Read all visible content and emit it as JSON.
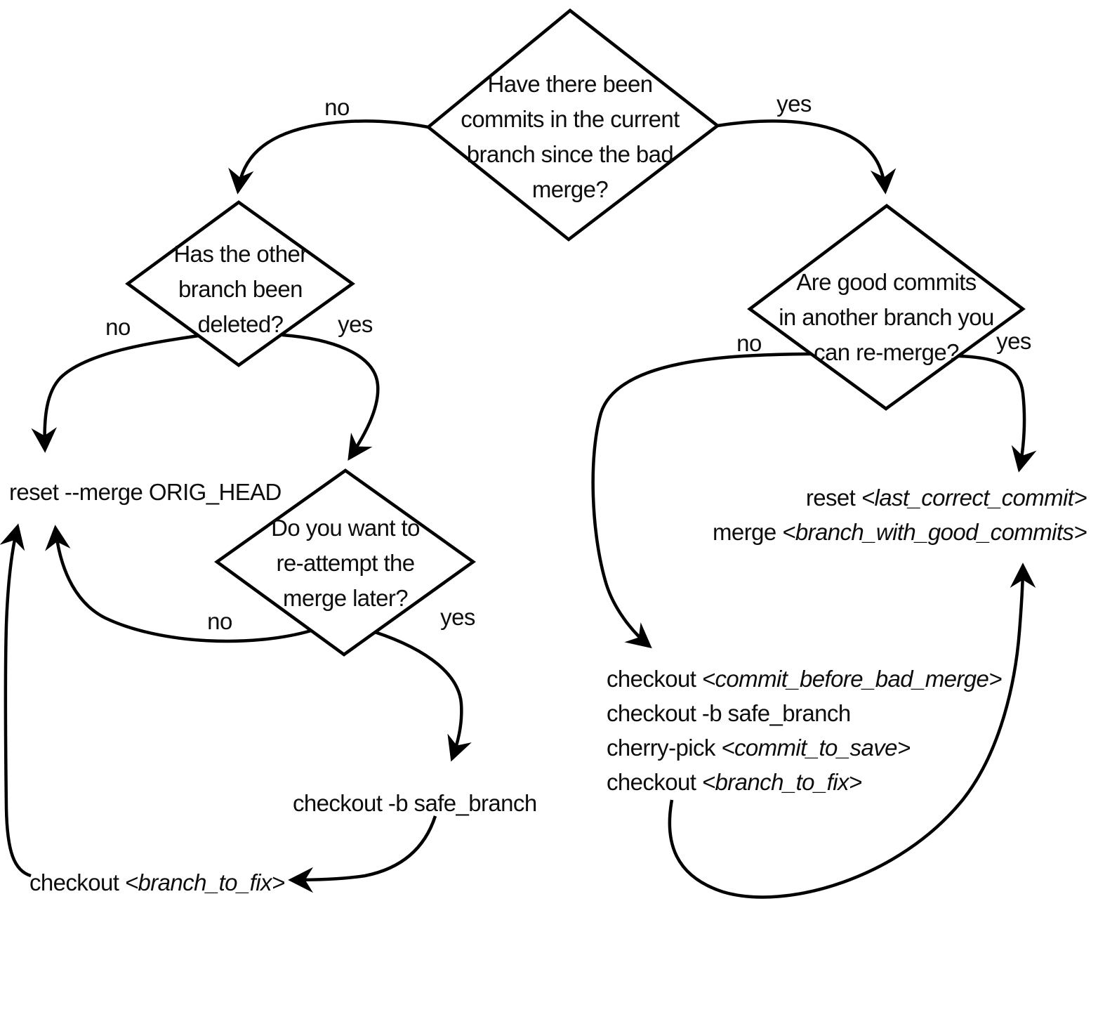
{
  "diagram": {
    "title_implicit": "git bad-merge recovery flowchart",
    "colors": {
      "background": "#ffffff",
      "stroke": "#000000",
      "text": "#0d0d0d"
    },
    "decisions": {
      "q_commits": {
        "lines": [
          "Have there been",
          "commits in the current",
          "branch since the bad",
          "merge?"
        ]
      },
      "q_deleted": {
        "lines": [
          "Has the other",
          "branch been",
          "deleted?"
        ]
      },
      "q_good": {
        "lines": [
          "Are good commits",
          "in another branch you",
          "can re-merge?"
        ]
      },
      "q_reattempt": {
        "lines": [
          "Do you want to",
          "re-attempt the",
          "merge later?"
        ]
      }
    },
    "edge_labels": {
      "top_no": "no",
      "top_yes": "yes",
      "deleted_no": "no",
      "deleted_yes": "yes",
      "good_no": "no",
      "good_yes": "yes",
      "reattempt_no": "no",
      "reattempt_yes": "yes"
    },
    "commands": {
      "reset_orig_head": "reset --merge ORIG_HEAD",
      "reset_last": {
        "prefix": "reset ",
        "arg": "<last_correct_commit>"
      },
      "merge_good": {
        "prefix": "merge ",
        "arg": "<branch_with_good_commits>"
      },
      "co_before": {
        "prefix": "checkout ",
        "arg": "<commit_before_bad_merge>"
      },
      "co_safe_b": "checkout -b safe_branch",
      "cherry_pick": {
        "prefix": "cherry-pick ",
        "arg": "<commit_to_save>"
      },
      "co_fix_right": {
        "prefix": "checkout ",
        "arg": "<branch_to_fix>"
      },
      "co_safe_left": "checkout -b safe_branch",
      "co_fix_left": {
        "prefix": "checkout ",
        "arg": "<branch_to_fix>"
      }
    }
  }
}
